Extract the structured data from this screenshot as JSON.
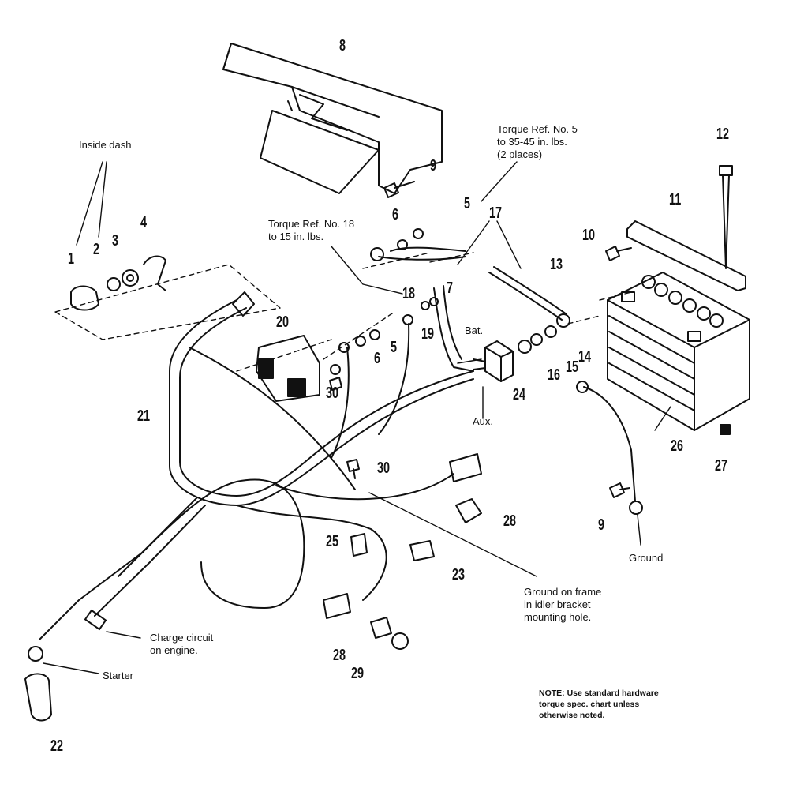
{
  "callouts": [
    "1",
    "2",
    "3",
    "4",
    "5",
    "5",
    "6",
    "6",
    "7",
    "8",
    "9",
    "9",
    "10",
    "11",
    "12",
    "13",
    "14",
    "15",
    "16",
    "17",
    "18",
    "19",
    "20",
    "21",
    "22",
    "23",
    "24",
    "25",
    "26",
    "27",
    "28",
    "28",
    "29",
    "30",
    "30"
  ],
  "labels": {
    "inside_dash": "Inside dash",
    "torque_5": "Torque Ref. No. 5\nto 35-45 in. lbs.\n(2 places)",
    "torque_18": "Torque Ref. No. 18\nto 15 in. lbs.",
    "bat": "Bat.",
    "aux": "Aux.",
    "ground": "Ground",
    "ground_frame": "Ground on frame\nin idler bracket\nmounting hole.",
    "charge_circuit": "Charge circuit\non engine.",
    "starter": "Starter",
    "note": "NOTE: Use standard hardware\ntorque spec. chart unless\notherwise noted."
  }
}
